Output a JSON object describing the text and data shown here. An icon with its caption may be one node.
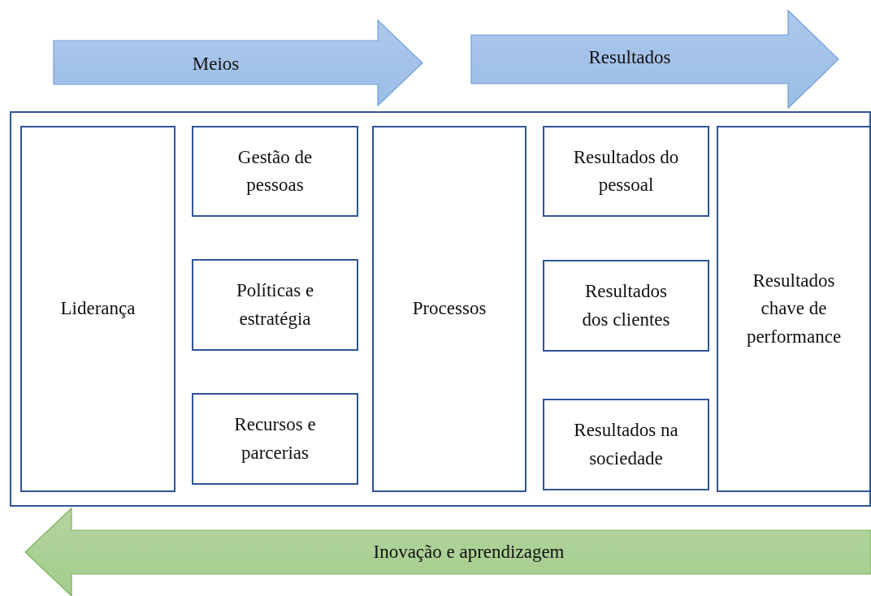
{
  "diagram": {
    "nodes": [
      {
        "text": [
          "Meios"
        ]
      },
      {
        "text": [
          "Resultados"
        ]
      },
      {
        "text": [],
        "shape": "box"
      },
      {
        "text": [
          "Liderança"
        ],
        "in": 2
      },
      {
        "text": [
          "Gestão de pessoas"
        ],
        "in": 2
      },
      {
        "text": [
          "Políticas e estratégia"
        ],
        "in": 2
      },
      {
        "text": [
          "Recursos e parcerias"
        ],
        "in": 2
      },
      {
        "text": [
          "Processos"
        ],
        "in": 2
      },
      {
        "text": [
          "Resultados do pessoal"
        ],
        "in": 2
      },
      {
        "text": [
          "Resultados dos clientes"
        ],
        "in": 2
      },
      {
        "text": [
          "Resultados na sociedade"
        ],
        "in": 2
      },
      {
        "text": [
          "Resultados chave de performance"
        ],
        "in": 2
      },
      {
        "text": [
          "Inovação e aprendizagem"
        ]
      }
    ]
  }
}
